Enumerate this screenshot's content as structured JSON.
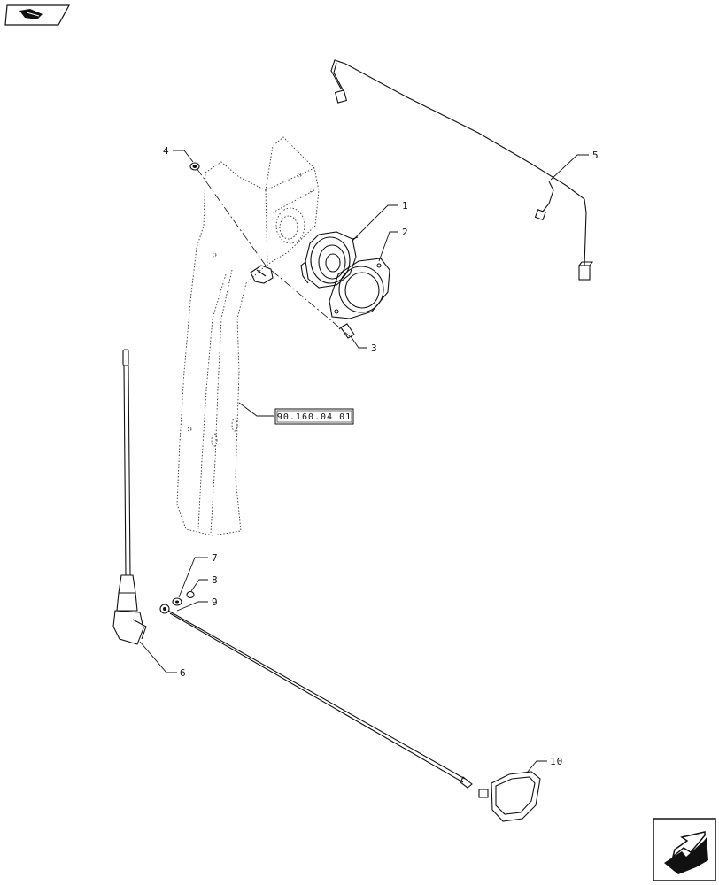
{
  "callouts": {
    "c1": "1",
    "c2": "2",
    "c3": "3",
    "c4": "4",
    "c5": "5",
    "c6": "6",
    "c7": "7",
    "c8": "8",
    "c9": "9",
    "c10": "10"
  },
  "reference_box": "90.160.04 01",
  "icons": {
    "top_left": "book-page-icon",
    "bottom_right": "next-page-arrow-icon"
  }
}
